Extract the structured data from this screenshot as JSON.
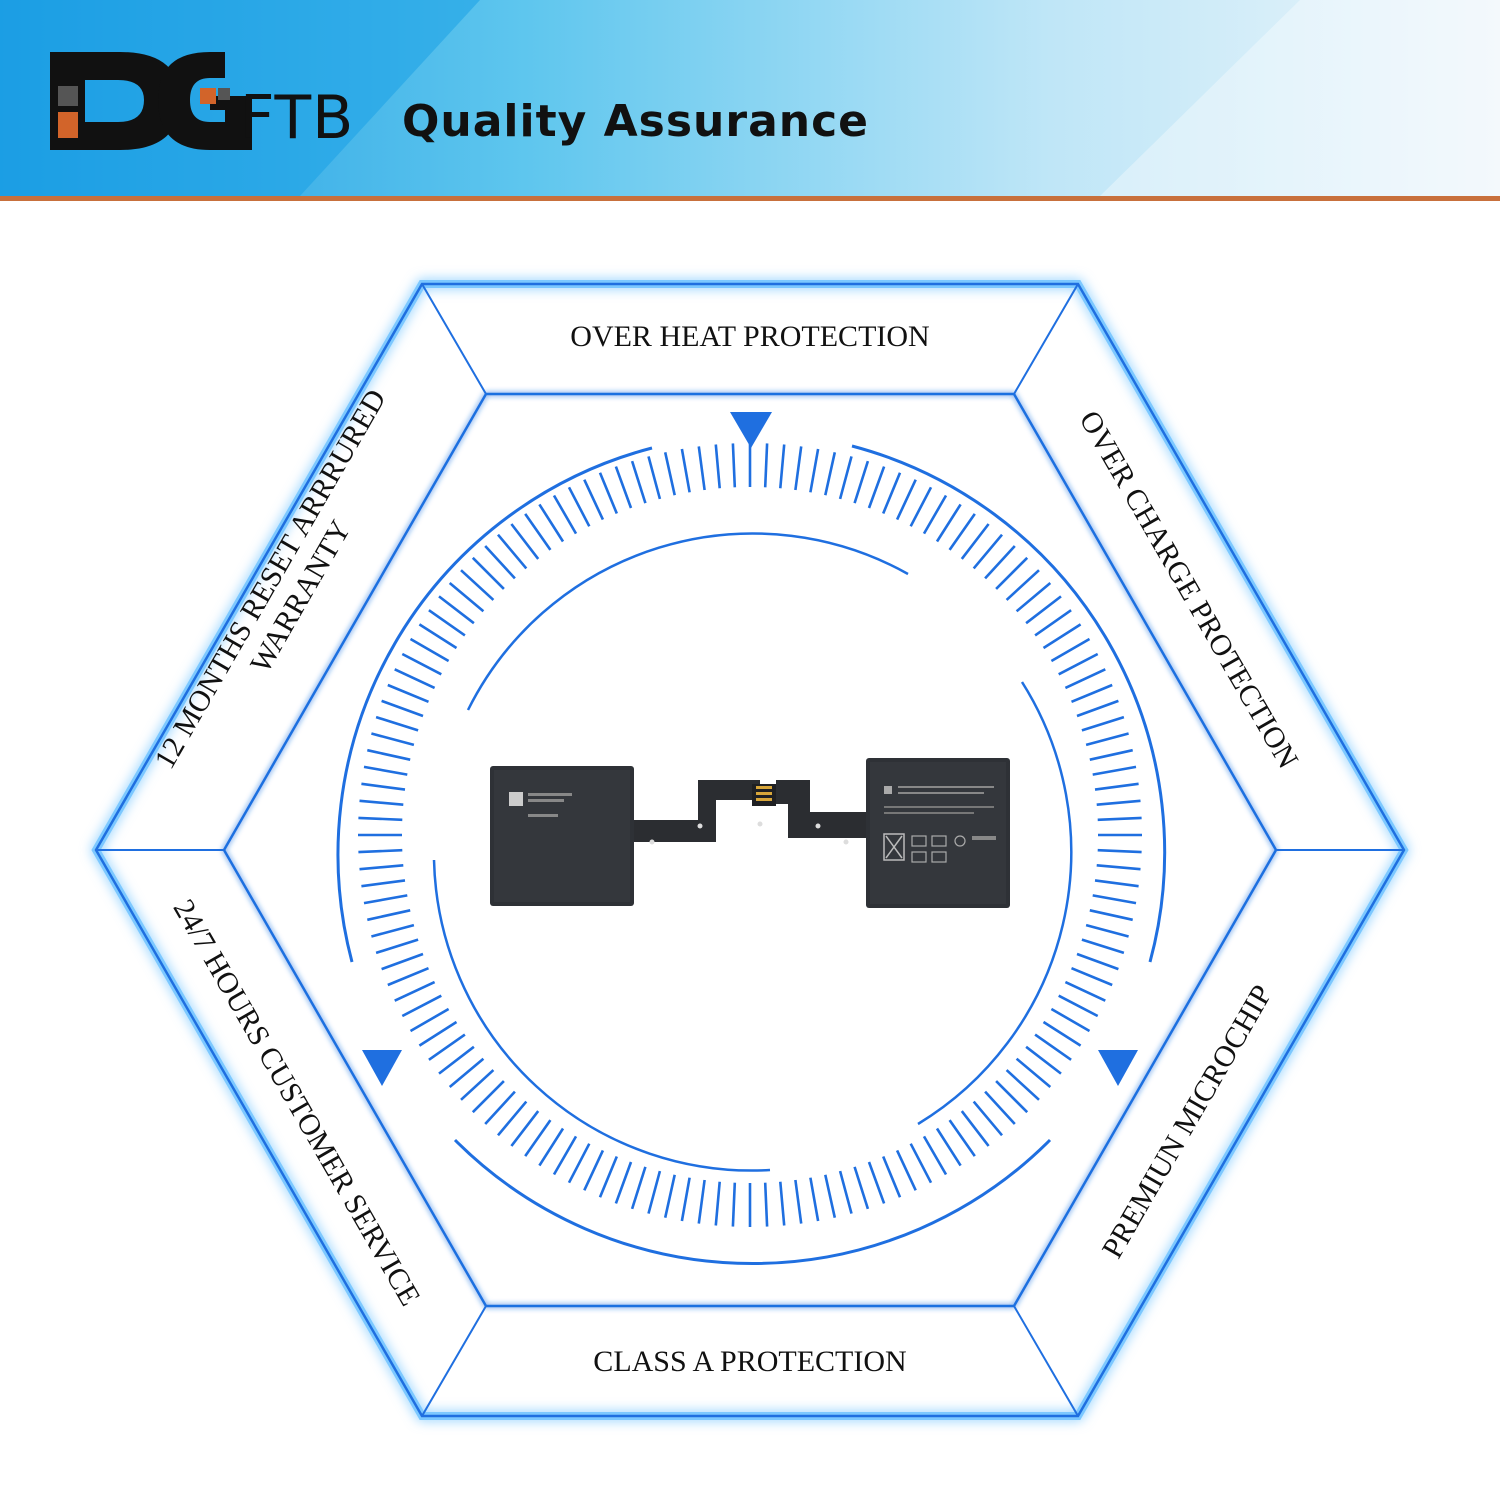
{
  "header": {
    "brand_letters": "DG",
    "brand_suffix": "FTB",
    "tagline": "Quality Assurance"
  },
  "features": {
    "top": "OVER HEAT PROTECTION",
    "top_right": "OVER CHARGE PROTECTION",
    "bottom_right": "PREMIUN MICROCHIP",
    "bottom": "CLASS A PROTECTION",
    "bottom_left": "24/7 HOURS CUSTOMER SERVICE",
    "top_left_line1": "12 MONTHS RESET ARRRURED",
    "top_left_line2": "WARRANTY"
  },
  "colors": {
    "accent_blue": "#1f6fe0",
    "glow_blue": "#2fa0ff",
    "logo_orange": "#d2642a",
    "header_line": "#c8703c"
  },
  "product": {
    "icon": "battery-icon"
  }
}
